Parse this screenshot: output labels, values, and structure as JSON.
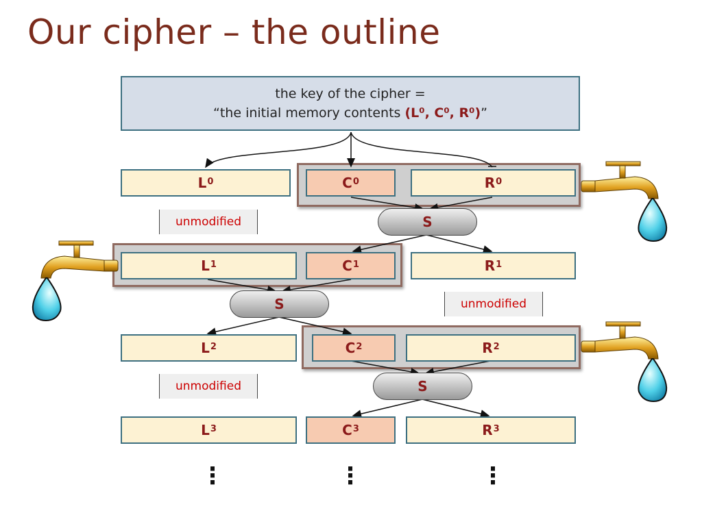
{
  "slide": {
    "title": "Our cipher – the outline"
  },
  "key_box": {
    "line1": "the key of the cipher =",
    "line2_prefix": "“the initial memory contents ",
    "line2_key": "(L⁰, C⁰, R⁰)",
    "line2_suffix": "”"
  },
  "rows": [
    {
      "L": "L",
      "L_sup": "0",
      "C": "C",
      "C_sup": "0",
      "R": "R",
      "R_sup": "0"
    },
    {
      "L": "L",
      "L_sup": "1",
      "C": "C",
      "C_sup": "1",
      "R": "R",
      "R_sup": "1"
    },
    {
      "L": "L",
      "L_sup": "2",
      "C": "C",
      "C_sup": "2",
      "R": "R",
      "R_sup": "2"
    },
    {
      "L": "L",
      "L_sup": "3",
      "C": "C",
      "C_sup": "3",
      "R": "R",
      "R_sup": "3"
    }
  ],
  "sboxes": [
    "S",
    "S",
    "S"
  ],
  "unmodified": [
    "unmodified",
    "unmodified",
    "unmodified"
  ],
  "continuation": [
    "⋮",
    "⋮",
    "⋮"
  ],
  "icons": [
    "faucet-icon",
    "water-drop-icon"
  ],
  "colors": {
    "title": "#7a2b1c",
    "cell_text": "#8b1a1a",
    "unmodified_text": "#cc0000",
    "key_box_fill": "#d6dde8",
    "cell_fill": "#fdf2d3",
    "c_cell_fill": "#f7cbb1"
  }
}
